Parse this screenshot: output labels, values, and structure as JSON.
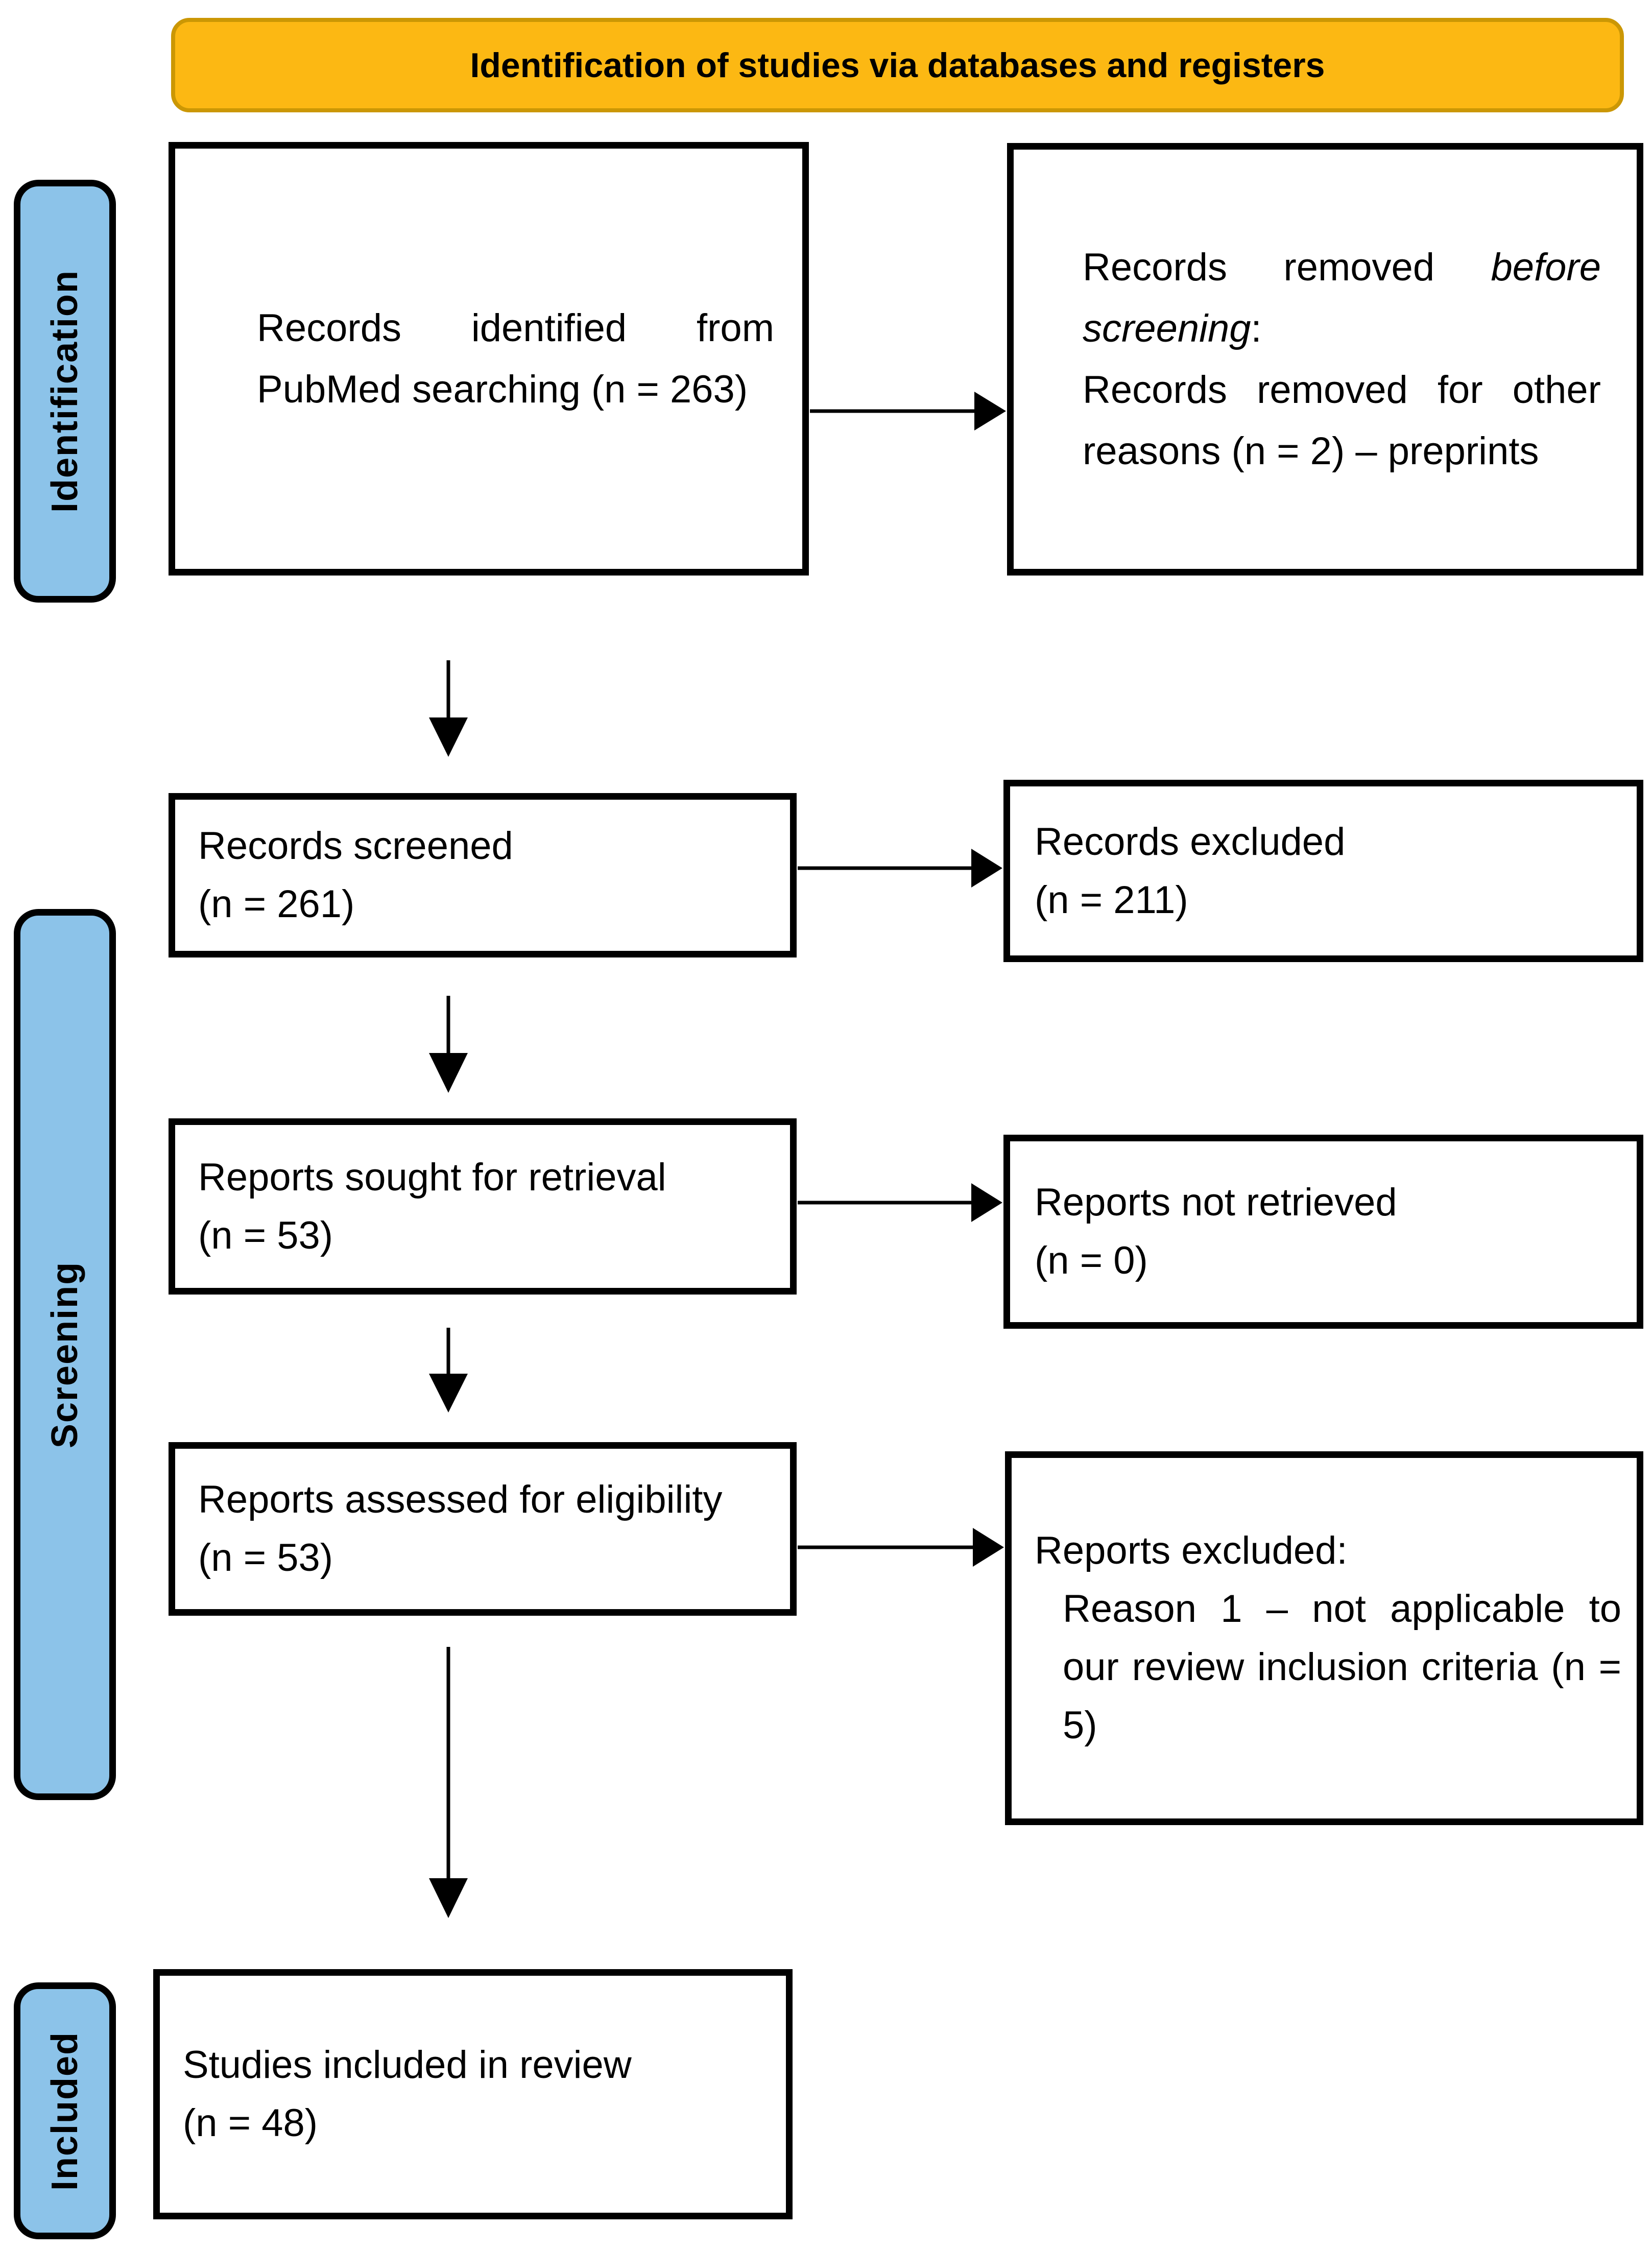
{
  "banner": {
    "title": "Identification of studies via databases and registers"
  },
  "sidebar": {
    "identification": "Identification",
    "screening": "Screening",
    "included": "Included"
  },
  "boxes": {
    "records_identified": {
      "lines": [
        {
          "t": "Records identified from",
          "j": true
        },
        {
          "t": "PubMed searching (n = 263)"
        }
      ]
    },
    "records_removed": {
      "lines": [
        {
          "parts": [
            {
              "t": "Records removed "
            },
            {
              "t": "before",
              "i": true
            }
          ],
          "j": true
        },
        {
          "parts": [
            {
              "t": "screening",
              "i": true
            },
            {
              "t": ":"
            }
          ]
        },
        {
          "t": "Records removed for other",
          "j": true
        },
        {
          "t": "reasons (n = 2) – preprints"
        }
      ]
    },
    "records_screened": {
      "lines": [
        {
          "t": "Records screened"
        },
        {
          "t": "(n = 261)"
        }
      ]
    },
    "records_excluded": {
      "lines": [
        {
          "t": "Records excluded"
        },
        {
          "t": "(n = 211)"
        }
      ]
    },
    "reports_sought": {
      "lines": [
        {
          "t": "Reports sought for retrieval"
        },
        {
          "t": "(n = 53)"
        }
      ]
    },
    "reports_not_retrieved": {
      "lines": [
        {
          "t": "Reports not retrieved"
        },
        {
          "t": "(n = 0)"
        }
      ]
    },
    "reports_assessed": {
      "lines": [
        {
          "t": "Reports assessed for eligibility"
        },
        {
          "t": "(n = 53)"
        }
      ]
    },
    "reports_excluded": {
      "lines": [
        {
          "t": "Reports excluded:"
        },
        {
          "t": "Reason 1 – not applicable to",
          "j": true,
          "indent": 55
        },
        {
          "t": "our review inclusion criteria (n =",
          "j": true,
          "indent": 55
        },
        {
          "t": "5)",
          "indent": 55
        }
      ]
    },
    "studies_included": {
      "lines": [
        {
          "t": "Studies included in review"
        },
        {
          "t": "(n = 48)"
        }
      ]
    }
  },
  "colors": {
    "banner_bg": "#FCB813",
    "banner_border": "#CB9704",
    "sidebar_bg": "#8CC3E9",
    "box_border": "#000000"
  }
}
